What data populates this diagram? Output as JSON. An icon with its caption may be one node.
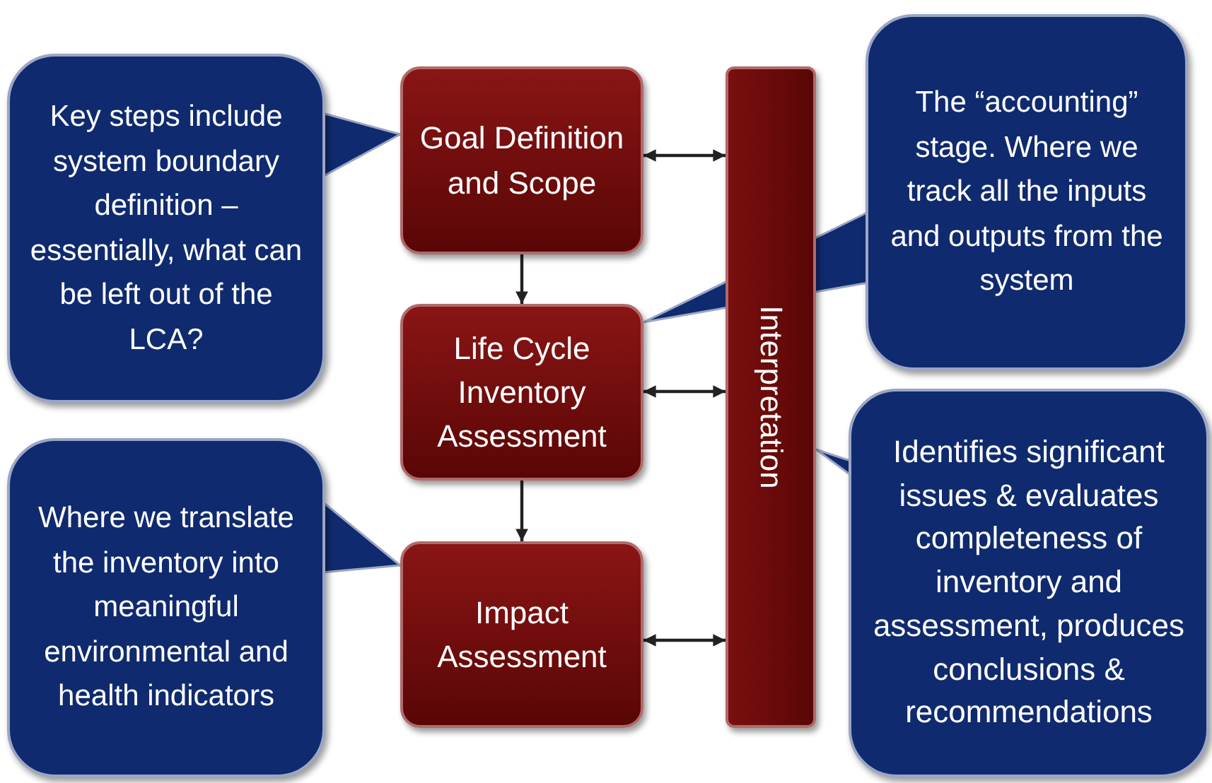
{
  "diagram": {
    "nodes": [
      {
        "text": [
          "Goal Definition and Scope"
        ]
      },
      {
        "text": [
          "Life Cycle Inventory Assessment"
        ]
      },
      {
        "text": [
          "Impact Assessment"
        ]
      },
      {
        "text": [
          "Interpretation"
        ]
      },
      {
        "text": [
          "Key steps include system boundary definition – essentially, what can be left out of the LCA?"
        ]
      },
      {
        "text": [
          "The “accounting” stage. Where we track all the inputs and outputs from the system"
        ]
      },
      {
        "text": [
          "Where we translate the inventory into meaningful environmental and health indicators"
        ]
      },
      {
        "text": [
          "Identifies significant issues & evaluates completeness of inventory and assessment, produces conclusions & recommendations"
        ]
      }
    ],
    "edges": [
      {
        "from": 0,
        "to": 1,
        "arrow": "to"
      },
      {
        "from": 1,
        "to": 2,
        "arrow": "to"
      },
      {
        "from": 0,
        "to": 3,
        "arrow": "both"
      },
      {
        "from": 1,
        "to": 3,
        "arrow": "both"
      },
      {
        "from": 2,
        "to": 3,
        "arrow": "both"
      },
      {
        "from": 4,
        "to": 0,
        "arrow": "to"
      },
      {
        "from": 5,
        "to": 1,
        "arrow": "to"
      },
      {
        "from": 6,
        "to": 2,
        "arrow": "to"
      },
      {
        "from": 7,
        "to": 3,
        "arrow": "to"
      }
    ]
  }
}
